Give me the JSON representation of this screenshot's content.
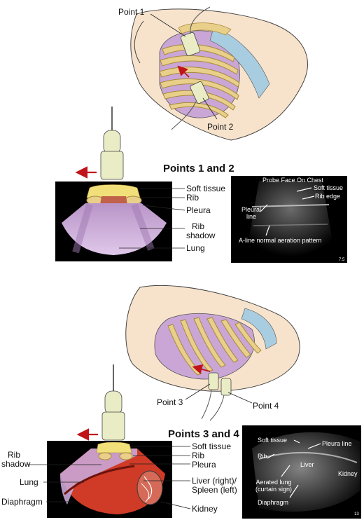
{
  "top": {
    "point1": "Point 1",
    "point2": "Point 2",
    "title": "Points 1 and 2",
    "labels": {
      "soft_tissue": "Soft tissue",
      "rib": "Rib",
      "pleura": "Pleura",
      "rib_shadow_1": "Rib",
      "rib_shadow_2": "shadow",
      "lung": "Lung"
    },
    "us": {
      "header": "Probe Face On Chest",
      "soft_tissue": "Soft tissue",
      "rib_edge": "Rib edge",
      "pleural_line_1": "Pleural",
      "pleural_line_2": "line",
      "a_line": "A-line normal aeration pattern",
      "corner": "7.5"
    }
  },
  "bottom": {
    "point3": "Point 3",
    "point4": "Point 4",
    "title": "Points 3 and 4",
    "labels": {
      "soft_tissue": "Soft tissue",
      "rib": "Rib",
      "rib_shadow_1": "Rib",
      "rib_shadow_2": "shadow",
      "pleura": "Pleura",
      "lung": "Lung",
      "liver_1": "Liver (right)/",
      "liver_2": "Spleen (left)",
      "diaphragm": "Diaphragm",
      "kidney": "Kidney"
    },
    "us": {
      "soft_tissue": "Soft tissue",
      "pleura_line": "Pleura line",
      "rib": "Rib",
      "liver": "Liver",
      "kidney": "Kidney",
      "aerated_1": "Aerated lung",
      "aerated_2": "(curtain sign)",
      "diaphragm": "Diaphragm",
      "corner": "13"
    }
  },
  "colors": {
    "skin": "#f7e3cc",
    "lung": "#c9a6d6",
    "rib": "#e8cf8a",
    "cartilage": "#a9cde0",
    "arrow": "#c0141a",
    "liver": "#c93a28",
    "probe": "#e9ecc4"
  }
}
